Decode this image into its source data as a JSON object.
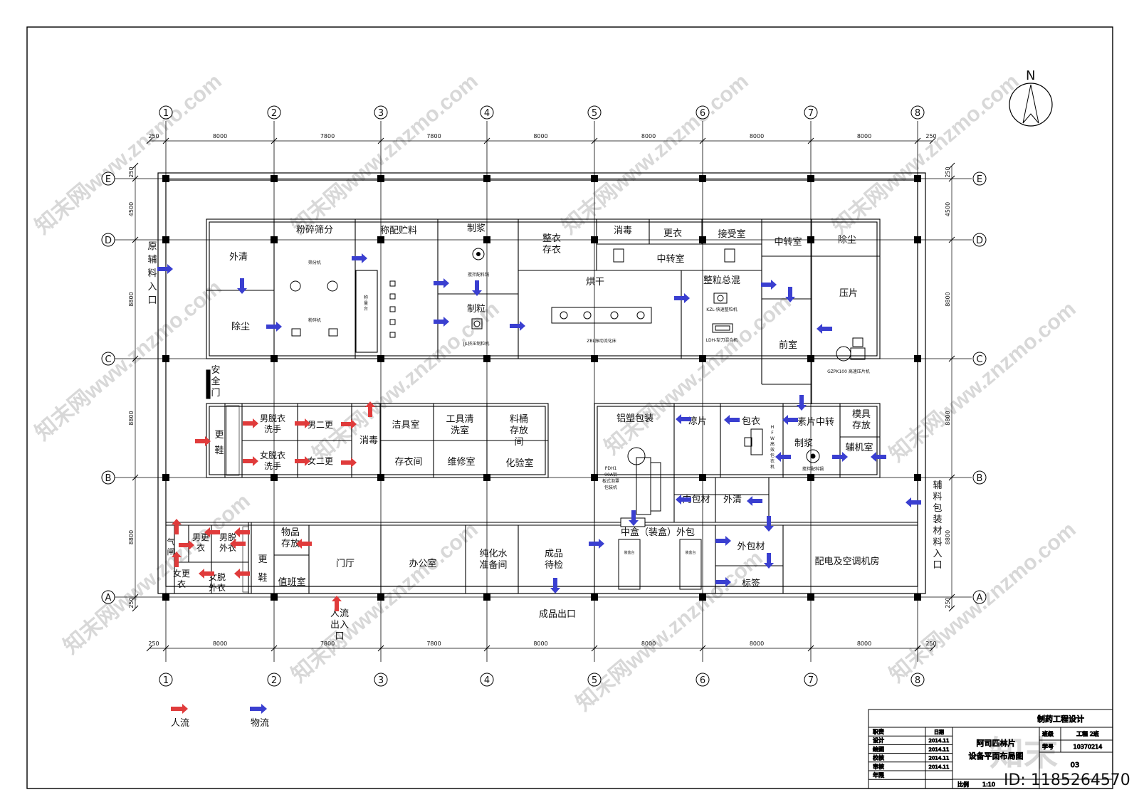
{
  "north_label": "N",
  "column_labels": [
    "1",
    "2",
    "3",
    "4",
    "5",
    "6",
    "7",
    "8"
  ],
  "row_labels": [
    "A",
    "B",
    "C",
    "D",
    "E"
  ],
  "spans_x": [
    "250",
    "8000",
    "7800",
    "7800",
    "8000",
    "8000",
    "8000",
    "8000",
    "250"
  ],
  "spans_x_bottom": [
    "250",
    "8000",
    "7800",
    "7800",
    "8000",
    "8000",
    "8000",
    "8000",
    "250"
  ],
  "spans_y": [
    "250",
    "4500",
    "8800",
    "8800",
    "8800",
    "250"
  ],
  "rooms": {
    "waiqing": "外清",
    "chuchen1": "除尘",
    "fensui": "粉碎筛分",
    "shaifenji": "筛分机",
    "fensuiji": "粉碎机",
    "chengpei": "称配贮料",
    "chengliangtai": "称量台",
    "zhijiang1": "制浆",
    "jiaobanpei1": "搅拌配料锅",
    "zhili": "制粒",
    "jjl": "JJL挤压制粒机",
    "zhengyi": "整衣存衣",
    "xiaodu1": "消毒",
    "gengyi": "更衣",
    "jieshou": "接受室",
    "zhongzhuan1": "中转室",
    "honggan": "烘干",
    "zbl": "ZBL振动流化床",
    "zhenglizonghun": "整粒总混",
    "kzl": "KZL-快速整粒机",
    "ldh": "LDH-犁刀混合机",
    "zhongzhuan2": "中转室",
    "chuchen2": "除尘",
    "qianshi": "前室",
    "yapian": "压片",
    "gzpk": "GZPK100 高速压片机",
    "anquanmen": "安全门",
    "gengxie1": "更鞋",
    "nantuoyi": "男脱衣洗手",
    "nanergeng": "男二更",
    "nvtuoyi": "女脱衣洗手",
    "nvergeng": "女二更",
    "xiaodu2": "消毒",
    "jieju": "洁具室",
    "gongjuqing": "工具清洗室",
    "liaotong": "料桶存放间",
    "cunyi": "存衣间",
    "weixiu": "维修室",
    "huayan": "化验室",
    "lvsu": "铝塑包装",
    "pdh": "PDH190A铝板式泡罩包装机",
    "liangpian": "凉片",
    "baoyi": "包衣",
    "hfw": "HFW高效包衣机",
    "supian": "素片中转",
    "zhijiang2": "制浆",
    "jiaobanpei2": "搅拌配料锅",
    "mojucunfang": "模具存放",
    "fujishi": "辅机室",
    "neibaocai": "内包材",
    "waiqing2": "外清",
    "qi": "气闸",
    "nangengyi": "男更衣",
    "nantuowaiyi": "男脱外衣",
    "nvgengyi": "女更衣",
    "nvtuowaiyi": "女脱外衣",
    "gengxie2": "更鞋",
    "wupin": "物品存放",
    "zhiban": "值班室",
    "menting": "门厅",
    "bangong": "办公室",
    "chunhuashui": "纯化水准备间",
    "chengpindaijian": "成品待检",
    "zhonghe": "中盒（装盒）外包",
    "zhuanghetai": "装盒台",
    "waibaocai": "外包材",
    "biaoqian": "标签",
    "peidian": "配电及空调机房"
  },
  "entrances": {
    "yuanfuliao": "原辅料入口",
    "fuliaobaozhuang": "辅料包装材料入口",
    "renliu": "人流出入口",
    "chengpin": "成品出口"
  },
  "legend": {
    "people_label": "人流",
    "material_label": "物流",
    "people_color": "#e03b3b",
    "material_color": "#3a3fd0"
  },
  "title_block": {
    "course": "制药工程设计",
    "rows": [
      {
        "role": "职责",
        "date": "日期"
      },
      {
        "role": "设计",
        "date": "2014.11"
      },
      {
        "role": "绘图",
        "date": "2014.11"
      },
      {
        "role": "校核",
        "date": "2014.11"
      },
      {
        "role": "审核",
        "date": "2014.11"
      },
      {
        "role": "年限",
        "date": ""
      }
    ],
    "drawing_title": "阿司匹林片设备平面布局图",
    "class_label": "班级",
    "class_value": "工程 2班",
    "student_label": "学号",
    "student_value": "10370214",
    "scale_label": "比例",
    "scale_value": "1:10",
    "sheet": "03"
  },
  "watermark": {
    "text": "知末网www.znzmo.com",
    "brand": "知末",
    "id": "ID: 1185264570"
  }
}
